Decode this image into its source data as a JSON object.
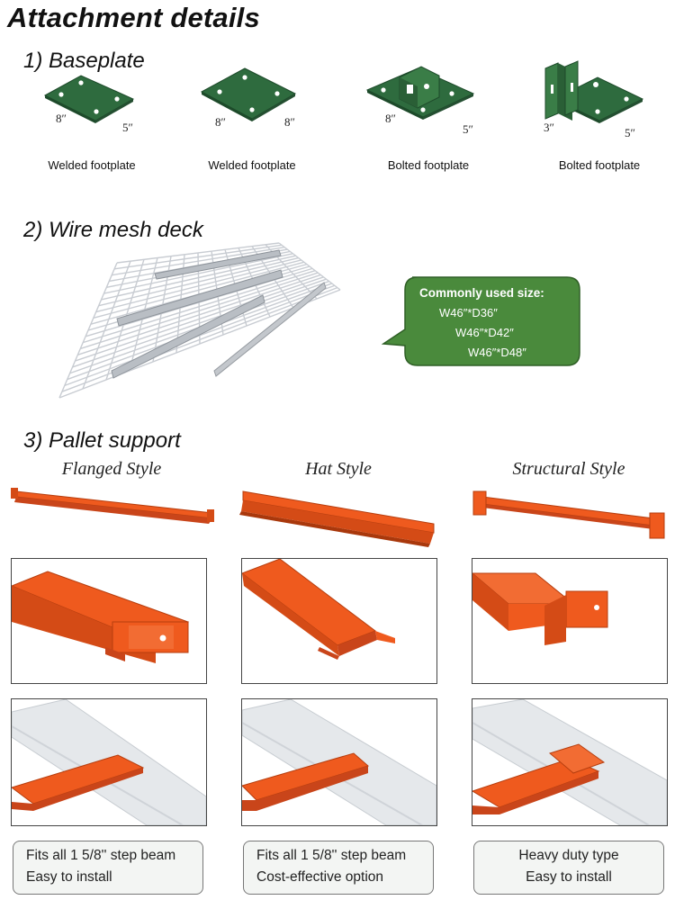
{
  "page_title": "Attachment details",
  "sections": {
    "baseplate": "1)  Baseplate",
    "wire_mesh": "2) Wire mesh deck",
    "pallet": "3) Pallet support"
  },
  "baseplates": [
    {
      "label": "Welded footplate",
      "dim_a": "8″",
      "dim_b": "5″"
    },
    {
      "label": "Welded footplate",
      "dim_a": "8″",
      "dim_b": "8″"
    },
    {
      "label": "Bolted footplate",
      "dim_a": "8″",
      "dim_b": "5″"
    },
    {
      "label": "Bolted footplate",
      "dim_a": "3″",
      "dim_b": "5″"
    }
  ],
  "callout": {
    "title": "Commonly used size:",
    "sizes": [
      "W46″*D36″",
      "W46″*D42″",
      "W46″*D48″"
    ]
  },
  "styles": [
    {
      "name": "Flanged Style",
      "notes": [
        "Fits all 1 5/8'' step beam",
        "Easy to install"
      ]
    },
    {
      "name": "Hat Style",
      "notes": [
        "Fits all 1 5/8'' step beam",
        "Cost-effective option"
      ]
    },
    {
      "name": "Structural Style",
      "notes": [
        "Heavy duty type",
        "Easy to install"
      ]
    }
  ],
  "colors": {
    "plate_green": "#2e6b3e",
    "bubble_green": "#4a8a3c",
    "support_orange": "#ef5a1e",
    "note_bg": "#f3f5f3"
  }
}
